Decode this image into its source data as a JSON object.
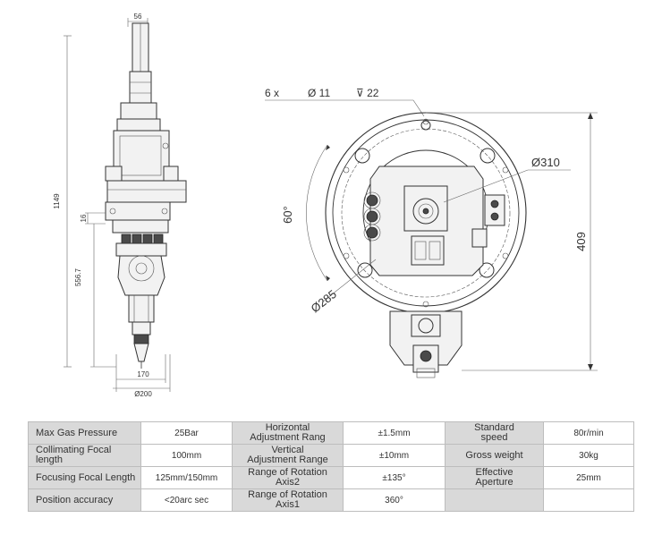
{
  "side_view": {
    "dims": {
      "top_width": "56",
      "total_height": "1149",
      "offset": "16",
      "lower_height": "556.7",
      "bottom_width": "170",
      "bottom_diameter": "Ø200"
    }
  },
  "top_view": {
    "hole_callout": {
      "count": "6 x",
      "diameter": "Ø 11",
      "depth": "⊽ 22"
    },
    "dims": {
      "outer_diameter": "Ø310",
      "bolt_circle": "Ø285",
      "angle": "60°",
      "height": "409"
    }
  },
  "specs": {
    "rows": [
      [
        "Max Gas Pressure",
        "25Bar",
        "Horizontal\nAdjustment Rang",
        "±1.5mm",
        "Standard\nspeed",
        "80r/min"
      ],
      [
        "Collimating Focal length",
        "100mm",
        "Vertical\nAdjustment Range",
        "±10mm",
        "Gross weight",
        "30kg"
      ],
      [
        "Focusing Focal Length",
        "125mm/150mm",
        "Range of Rotation\nAxis2",
        "±135°",
        "Effective\nAperture",
        "25mm"
      ],
      [
        "Position accuracy",
        "<20arc sec",
        "Range of Rotation\nAxis1",
        "360°",
        "",
        ""
      ]
    ]
  }
}
